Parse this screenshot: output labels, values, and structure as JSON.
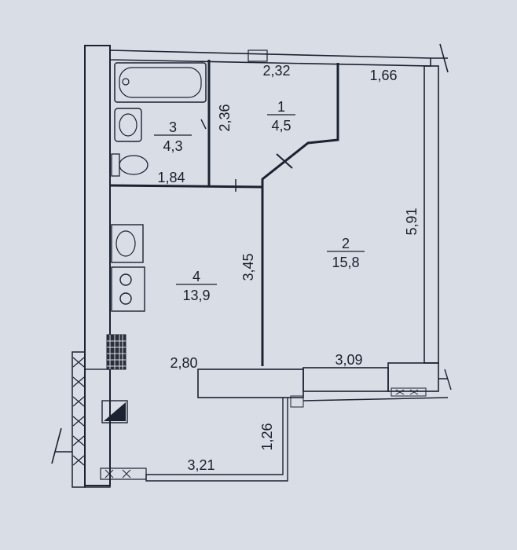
{
  "rooms": [
    {
      "number": "1",
      "area": "4,5"
    },
    {
      "number": "2",
      "area": "15,8"
    },
    {
      "number": "3",
      "area": "4,3"
    },
    {
      "number": "4",
      "area": "13,9"
    }
  ],
  "dimensions": {
    "top_hall_width": "2,32",
    "top_room_width": "1,66",
    "hall_height": "2,36",
    "bath_width": "1,84",
    "room_height": "5,91",
    "kitchen_height": "3,45",
    "kitchen_width": "2,80",
    "room_width": "3,09",
    "balcony_depth": "1,26",
    "balcony_width": "3,21"
  }
}
